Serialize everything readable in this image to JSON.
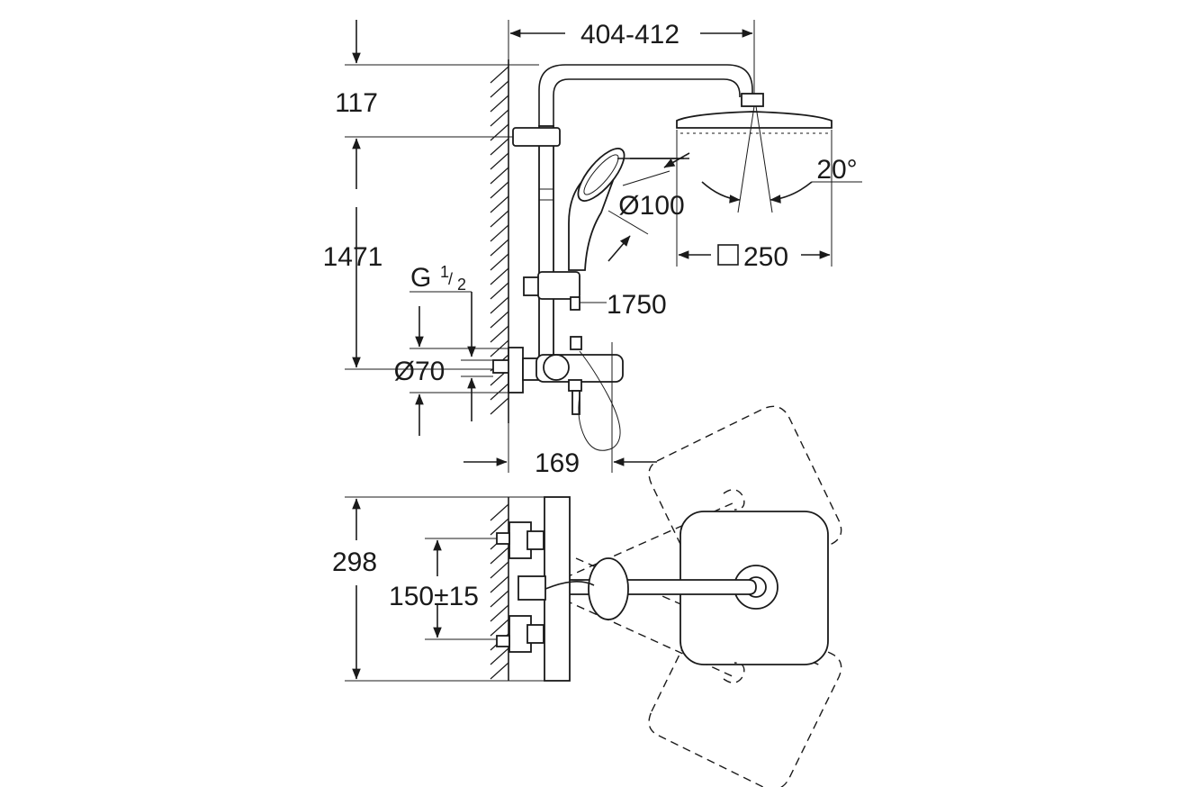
{
  "dimensions": {
    "arm_reach": "404-412",
    "arm_height": "117",
    "height_to_outlet": "1471",
    "thread_g": "G",
    "thread_num": "1",
    "thread_den": "2",
    "rosette_diameter": "Ø70",
    "hand_shower_diameter": "Ø100",
    "head_shower_size": "250",
    "tilt_angle": "20°",
    "hose_length": "1750",
    "spout_projection": "169",
    "top_view_depth": "298",
    "centres": "150±15"
  }
}
